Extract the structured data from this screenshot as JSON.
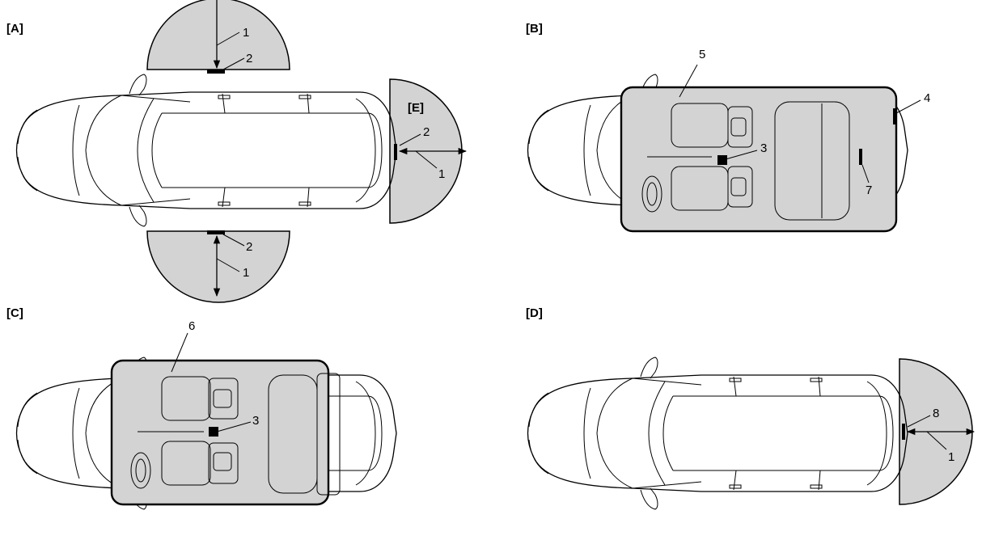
{
  "panels": {
    "A": {
      "label": "[A]",
      "callouts": [
        "1",
        "2",
        "2",
        "1",
        "2",
        "1"
      ],
      "sub_label": "[E]"
    },
    "B": {
      "label": "[B]",
      "callouts": [
        "5",
        "4",
        "3",
        "7"
      ]
    },
    "C": {
      "label": "[C]",
      "callouts": [
        "6",
        "3"
      ]
    },
    "D": {
      "label": "[D]",
      "callouts": [
        "8",
        "1"
      ]
    }
  },
  "colors": {
    "zone_fill": "#d3d3d3",
    "line": "#000000",
    "background": "#ffffff"
  },
  "icons": {
    "car": "car-top-view-icon",
    "sensor": "sensor-antenna-icon",
    "range_arrow": "double-arrow-icon"
  }
}
